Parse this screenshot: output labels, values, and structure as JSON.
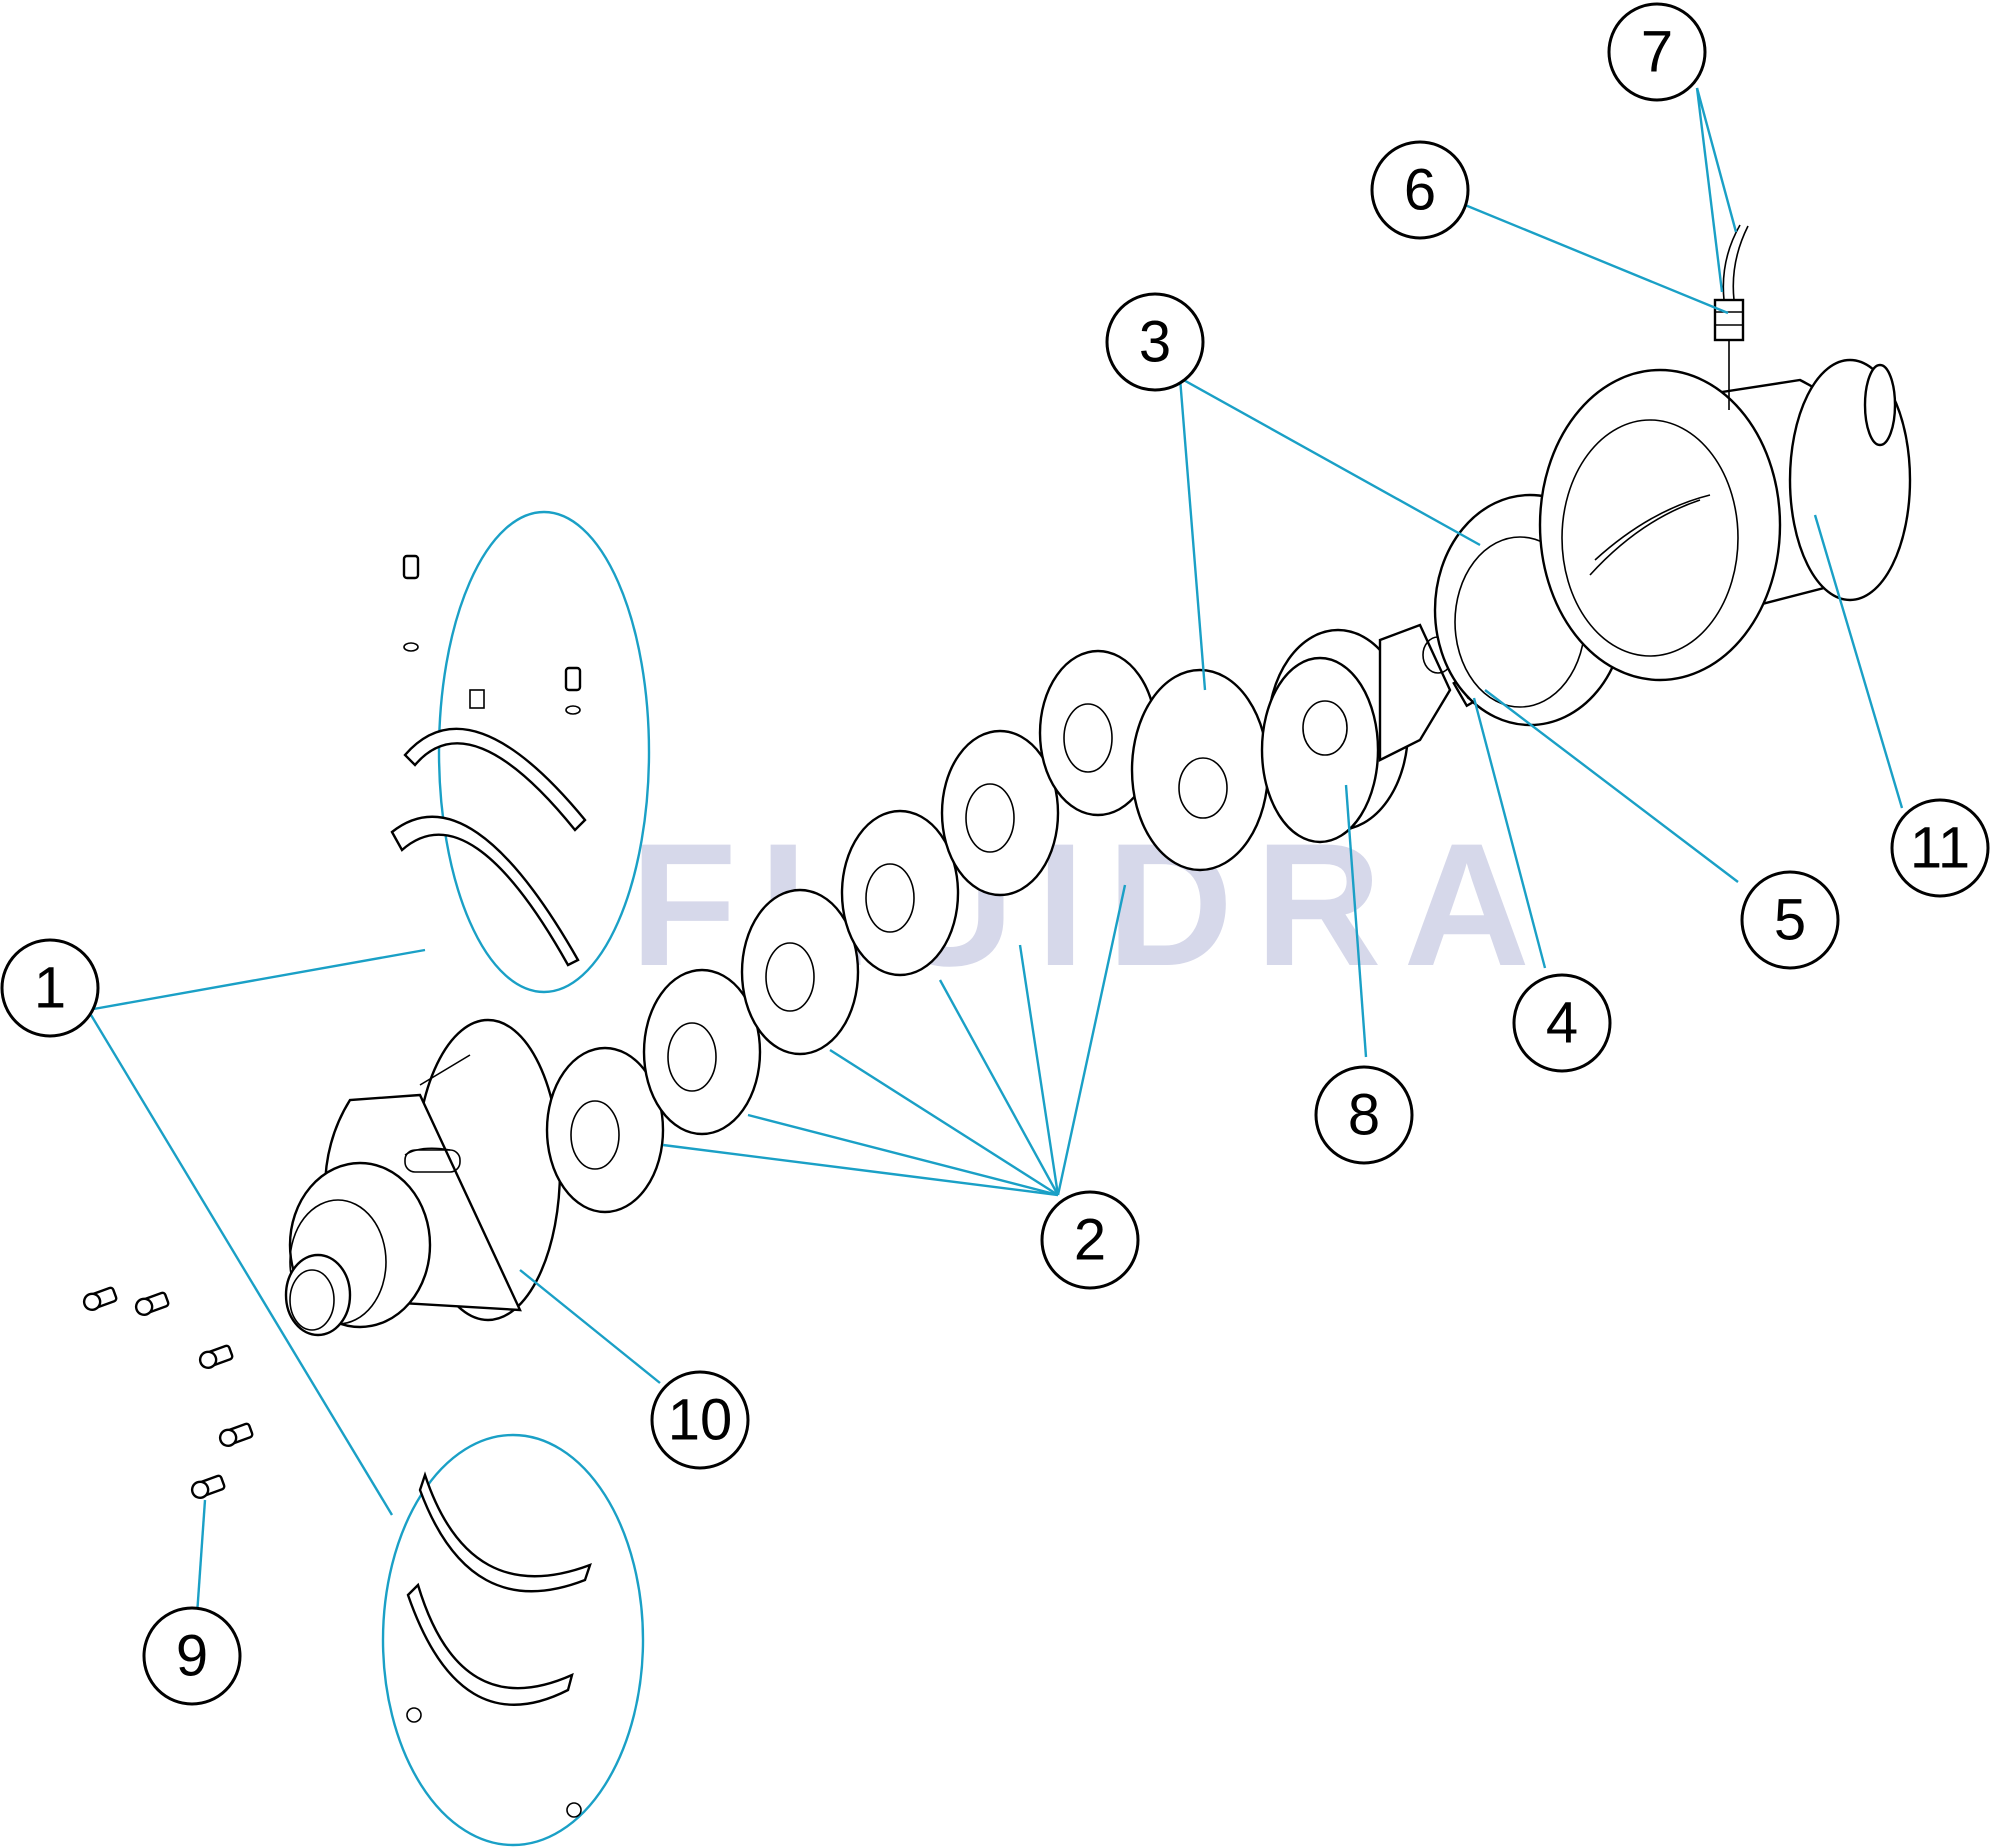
{
  "watermark": "FLUIDRA",
  "colors": {
    "leader": "#1aa0c6",
    "line": "#000000",
    "watermark": "#c9cbe3"
  },
  "callouts": [
    {
      "label": "1"
    },
    {
      "label": "2"
    },
    {
      "label": "3"
    },
    {
      "label": "4"
    },
    {
      "label": "5"
    },
    {
      "label": "6"
    },
    {
      "label": "7"
    },
    {
      "label": "8"
    },
    {
      "label": "9"
    },
    {
      "label": "10"
    },
    {
      "label": "11"
    }
  ]
}
